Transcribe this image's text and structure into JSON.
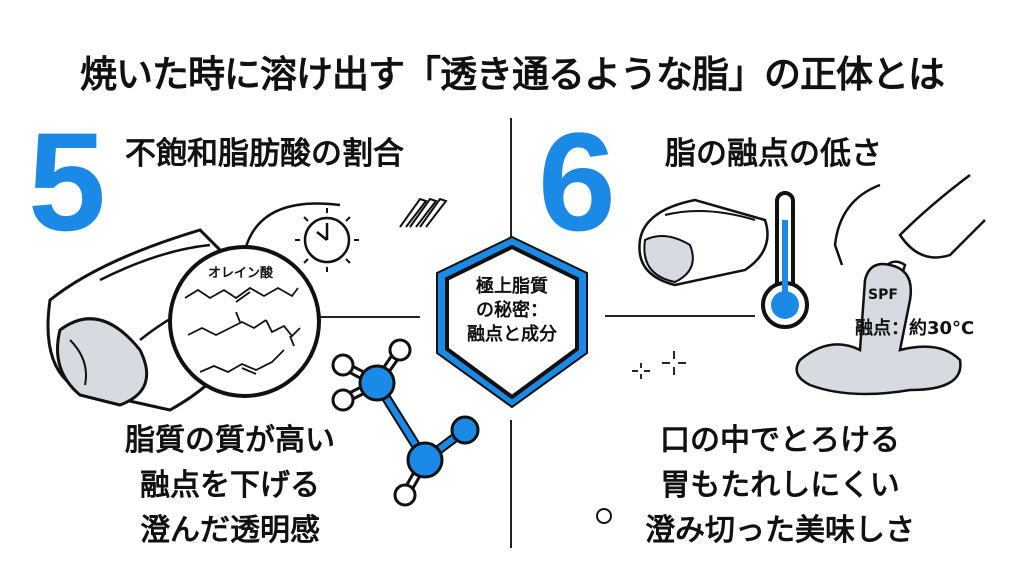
{
  "title": "焼いた時に溶け出す「透き通るような脂」の正体とは",
  "colors": {
    "accent": "#1a8ae6",
    "text": "#111111",
    "fat_gray": "#d5dbe0",
    "background": "#ffffff"
  },
  "left_section": {
    "number": "5",
    "heading": "不飽和脂肪酸の割合",
    "molecule_label": "オレイン酸",
    "body_lines": [
      "脂質の質が高い",
      "融点を下げる",
      "澄んだ透明感"
    ],
    "icons": [
      "meat-block-icon",
      "magnifier-circle-icon",
      "clock-icon",
      "hatch-lines-icon",
      "molecule-icon"
    ]
  },
  "center_badge": {
    "lines": [
      "極上脂質",
      "の秘密：",
      "融点と成分"
    ],
    "icon": "shield-icon"
  },
  "right_section": {
    "number": "6",
    "heading": "脂の融点の低さ",
    "fat_label": "SPF",
    "melting_point_label": "融点：約30°C",
    "body_lines": [
      "口の中でとろける",
      "胃もたれしにくい",
      "澄み切った美味しさ"
    ],
    "icons": [
      "meat-block-icon",
      "thermometer-icon",
      "hand-icon",
      "melting-fat-icon",
      "sparkle-icon",
      "small-circle-icon"
    ]
  }
}
